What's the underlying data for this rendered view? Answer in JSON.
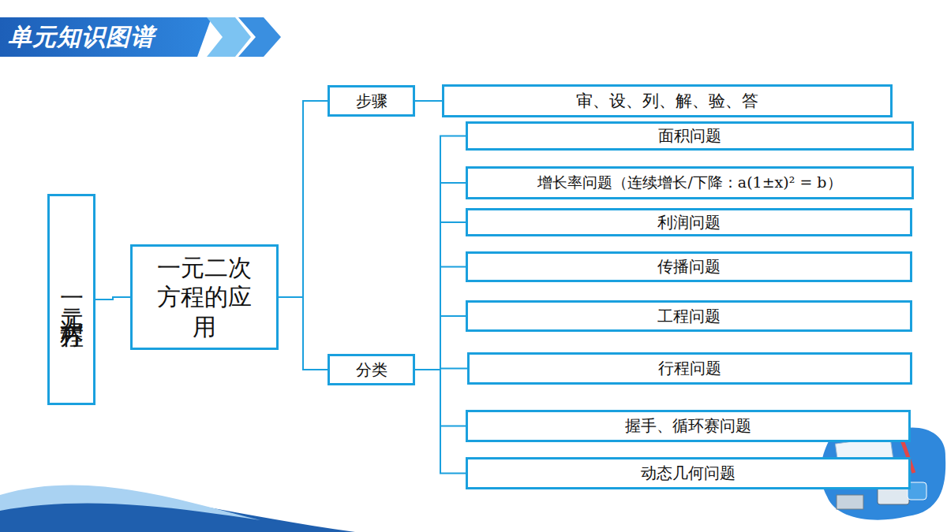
{
  "diagram": {
    "title": "单元知识图谱",
    "nodes": [
      {
        "text": [
          "一元二次方程"
        ]
      },
      {
        "text": [
          "一元二次方程的应用"
        ]
      },
      {
        "text": [
          "步骤"
        ]
      },
      {
        "text": [
          "审、设、列、解、验、答"
        ]
      },
      {
        "text": [
          "分类"
        ]
      },
      {
        "text": [
          "面积问题"
        ]
      },
      {
        "text": [
          "增长率问题（连续增长/下降：a(1±x)² = b）"
        ]
      },
      {
        "text": [
          "利润问题"
        ]
      },
      {
        "text": [
          "传播问题"
        ]
      },
      {
        "text": [
          "工程问题"
        ]
      },
      {
        "text": [
          "行程问题"
        ]
      },
      {
        "text": [
          "握手、循环赛问题"
        ]
      },
      {
        "text": [
          "动态几何问题"
        ]
      }
    ],
    "edges": [
      {
        "from": 0,
        "to": 1,
        "arrow": "none"
      },
      {
        "from": 1,
        "to": 2,
        "arrow": "none"
      },
      {
        "from": 1,
        "to": 4,
        "arrow": "none"
      },
      {
        "from": 2,
        "to": 3,
        "arrow": "none"
      },
      {
        "from": 4,
        "to": 5,
        "arrow": "none"
      },
      {
        "from": 4,
        "to": 6,
        "arrow": "none"
      },
      {
        "from": 4,
        "to": 7,
        "arrow": "none"
      },
      {
        "from": 4,
        "to": 8,
        "arrow": "none"
      },
      {
        "from": 4,
        "to": 9,
        "arrow": "none"
      },
      {
        "from": 4,
        "to": 10,
        "arrow": "none"
      },
      {
        "from": 4,
        "to": 11,
        "arrow": "none"
      },
      {
        "from": 4,
        "to": 12,
        "arrow": "none"
      }
    ]
  }
}
